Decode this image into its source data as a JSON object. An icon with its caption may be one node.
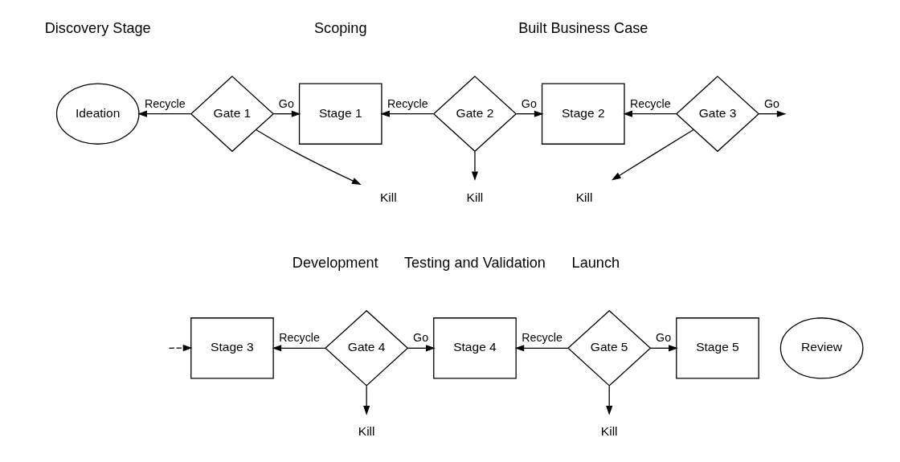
{
  "diagram": {
    "nodes": [
      {
        "text": [
          "Ideation"
        ]
      },
      {
        "text": [
          "Gate 1"
        ]
      },
      {
        "text": [
          "Kill"
        ]
      },
      {
        "text": [
          "Stage 1"
        ]
      },
      {
        "text": [
          "Gate 2"
        ]
      },
      {
        "text": [
          "Kill"
        ]
      },
      {
        "text": [
          "Stage 2"
        ]
      },
      {
        "text": [
          "Gate 3"
        ]
      },
      {
        "text": [
          "Kill"
        ]
      },
      {
        "text": [
          "Stage 3"
        ]
      },
      {
        "text": [
          "Gate 4"
        ]
      },
      {
        "text": [
          "Kill"
        ]
      },
      {
        "text": [
          "Stage 4"
        ]
      },
      {
        "text": [
          "Gate 5"
        ]
      },
      {
        "text": [
          "Kill"
        ]
      },
      {
        "text": [
          "Stage 5"
        ]
      },
      {
        "text": [
          "Review"
        ]
      }
    ],
    "edges": [
      {
        "from": 1,
        "to": 3,
        "arrow": "to",
        "label": "Go"
      },
      {
        "from": 1,
        "to": 2,
        "arrow": "to"
      },
      {
        "from": 1,
        "to": 0,
        "arrow": "to",
        "label": "Recycle"
      },
      {
        "from": 4,
        "to": 6,
        "arrow": "to",
        "label": "Go"
      },
      {
        "from": 4,
        "to": 5,
        "arrow": "to"
      },
      {
        "from": 4,
        "to": 3,
        "arrow": "to",
        "label": "Recycle"
      },
      {
        "from": 7,
        "to": null,
        "arrow": "to",
        "label": "Go"
      },
      {
        "from": 7,
        "to": 8,
        "arrow": "to"
      },
      {
        "from": 7,
        "to": 6,
        "arrow": "to",
        "label": "Recycle"
      },
      {
        "from": null,
        "to": 9,
        "arrow": "to",
        "style": "dashed"
      },
      {
        "from": 10,
        "to": 12,
        "arrow": "to",
        "label": "Go"
      },
      {
        "from": 10,
        "to": 11,
        "arrow": "to"
      },
      {
        "from": 10,
        "to": 9,
        "arrow": "to",
        "label": "Recycle"
      },
      {
        "from": 13,
        "to": 15,
        "arrow": "to",
        "label": "Go"
      },
      {
        "from": 13,
        "to": 14,
        "arrow": "to"
      },
      {
        "from": 13,
        "to": 12,
        "arrow": "to",
        "label": "Recycle"
      }
    ],
    "labels": [
      "Discovery Stage",
      "Scoping",
      "Built Business Case",
      "Development",
      "Testing and Validation",
      "Launch"
    ]
  }
}
